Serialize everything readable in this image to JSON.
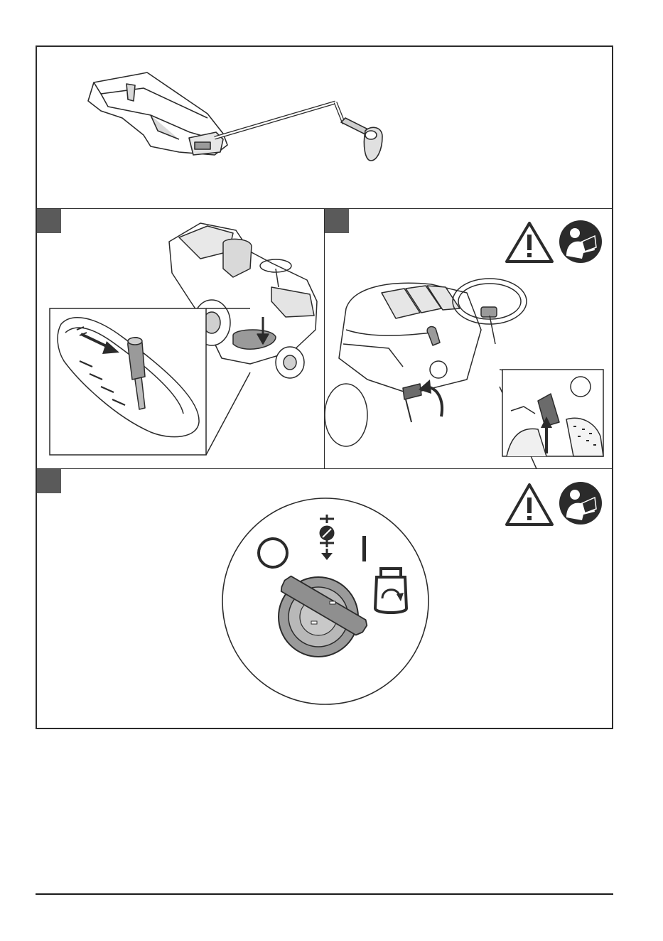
{
  "page": {
    "panels": [
      {
        "id": "tool",
        "step_label": ""
      },
      {
        "id": "lever",
        "step_label": ""
      },
      {
        "id": "pedal",
        "step_label": ""
      },
      {
        "id": "ignition",
        "step_label": ""
      }
    ],
    "icons": {
      "warning": "warning-triangle-icon",
      "manual": "read-manual-icon"
    },
    "ignition_positions": [
      "O",
      "I"
    ],
    "colors": {
      "line": "#2b2b2b",
      "tab": "#5a5a5a",
      "grey": "#9a9a9a",
      "light": "#d9d9d9"
    }
  }
}
